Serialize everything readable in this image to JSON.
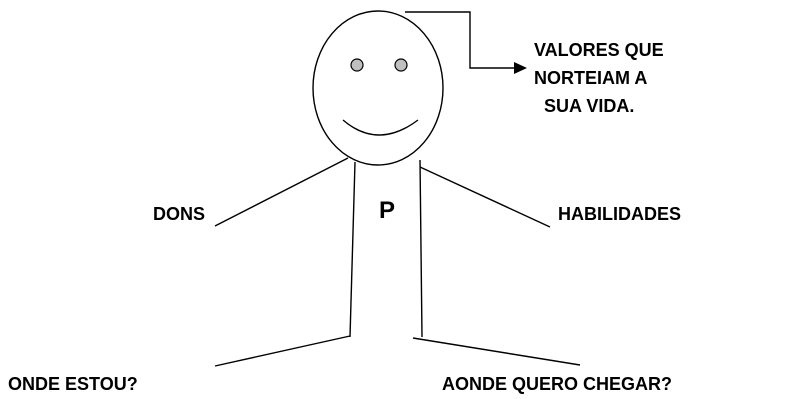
{
  "diagram": {
    "center_letter": "P",
    "values_label": [
      "VALORES QUE",
      "NORTEIAM A",
      "SUA VIDA."
    ],
    "left_arm_label": "DONS",
    "right_arm_label": "HABILIDADES",
    "left_leg_label": "ONDE ESTOU?",
    "right_leg_label": "AONDE QUERO CHEGAR?",
    "eye_color": "#c0c0c0"
  }
}
